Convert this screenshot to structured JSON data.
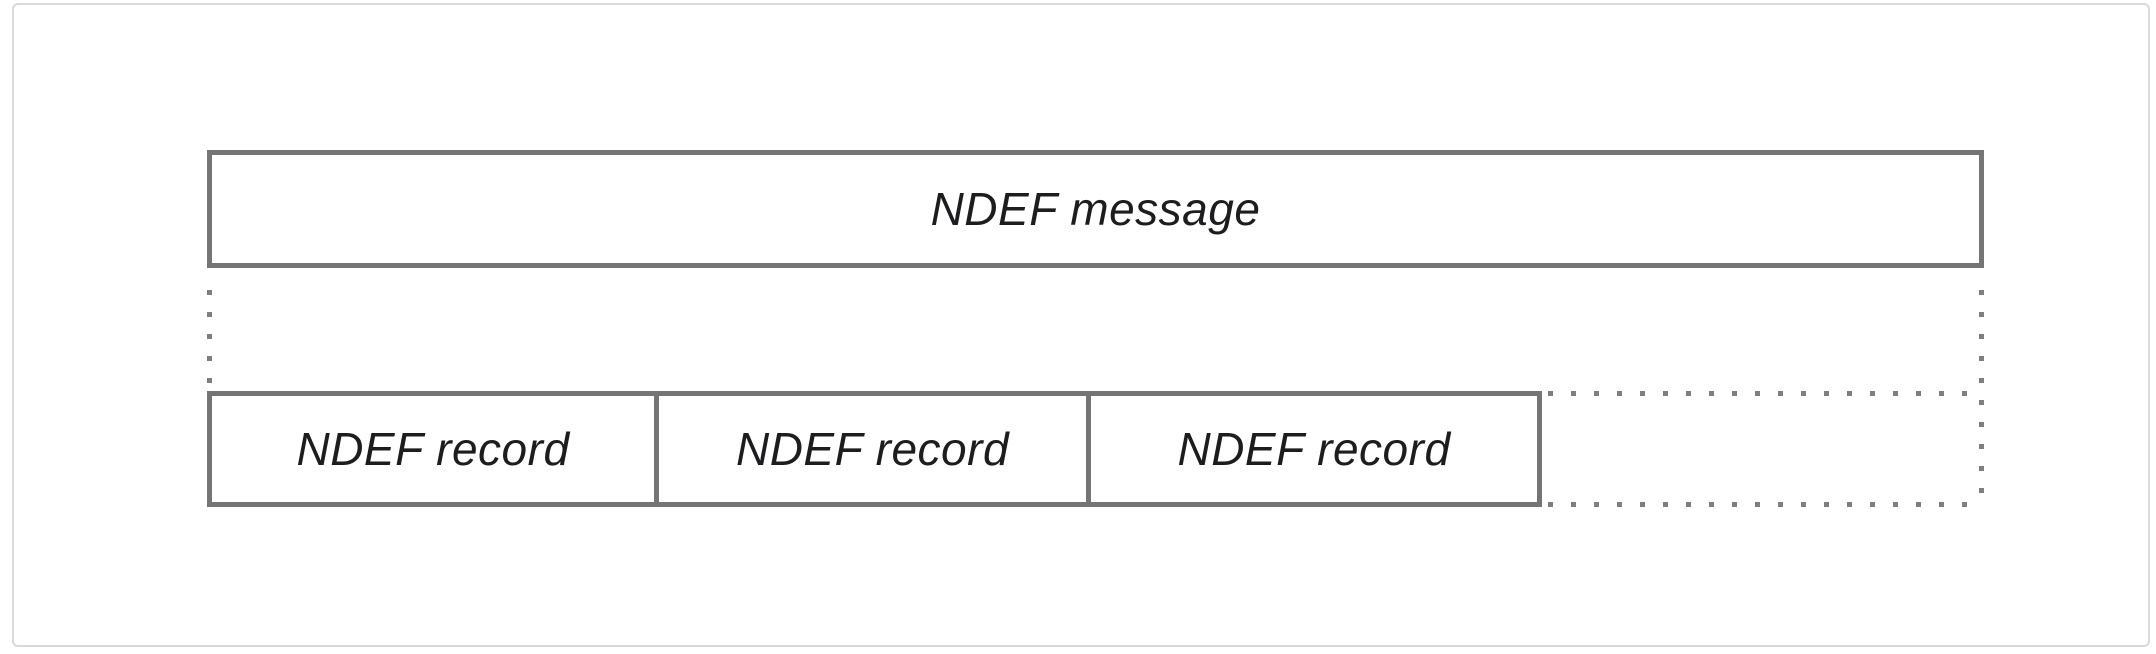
{
  "diagram": {
    "message_box": {
      "label": "NDEF message"
    },
    "records": [
      {
        "label": "NDEF record"
      },
      {
        "label": "NDEF record"
      },
      {
        "label": "NDEF record"
      }
    ]
  },
  "colors": {
    "background": "#ffffff",
    "card_border": "#d9d9dc",
    "box_border": "#757575",
    "dotted": "#7f7f7f",
    "text": "#1d1d1f"
  }
}
